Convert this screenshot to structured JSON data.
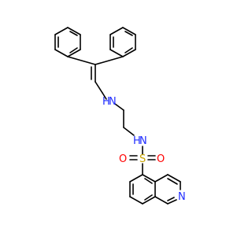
{
  "atoms": {
    "amine_n": {
      "label": "N",
      "h_label": "H",
      "color": "#1f2cff"
    },
    "sulfonamide_n": {
      "label": "N",
      "h_label": "H",
      "color": "#1f2cff"
    },
    "sulfur": {
      "label": "S",
      "color": "#c8a400"
    },
    "oxygen_left": {
      "label": "O",
      "color": "#ff0000"
    },
    "oxygen_right": {
      "label": "O",
      "color": "#ff0000"
    },
    "ring_n": {
      "label": "N",
      "color": "#1f2cff"
    }
  },
  "colors": {
    "bond": "#000000",
    "background": "#ffffff"
  }
}
